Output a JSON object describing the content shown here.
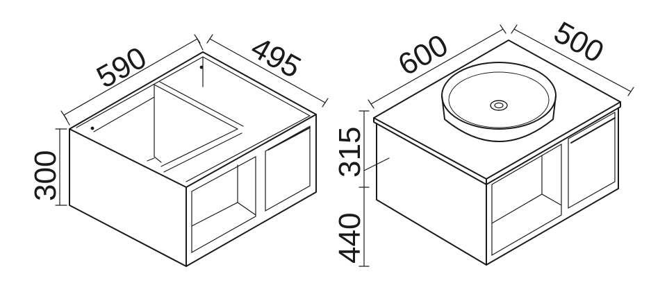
{
  "left_unit": {
    "width_label": "590",
    "depth_label": "495",
    "height_label": "300"
  },
  "right_unit": {
    "width_label": "600",
    "depth_label": "500",
    "basin_height_label": "315",
    "cabinet_height_label": "440"
  }
}
